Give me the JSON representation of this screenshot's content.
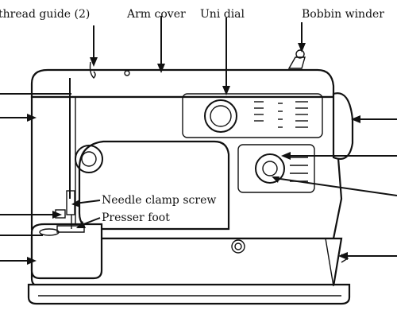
{
  "labels": {
    "thread_guide": "thread guide (2)",
    "arm_cover": "Arm cover",
    "uni_dial": "Uni dial",
    "bobbin_winder": "Bobbin winder",
    "needle_clamp_screw": "Needle clamp screw",
    "presser_foot": "Presser foot"
  }
}
